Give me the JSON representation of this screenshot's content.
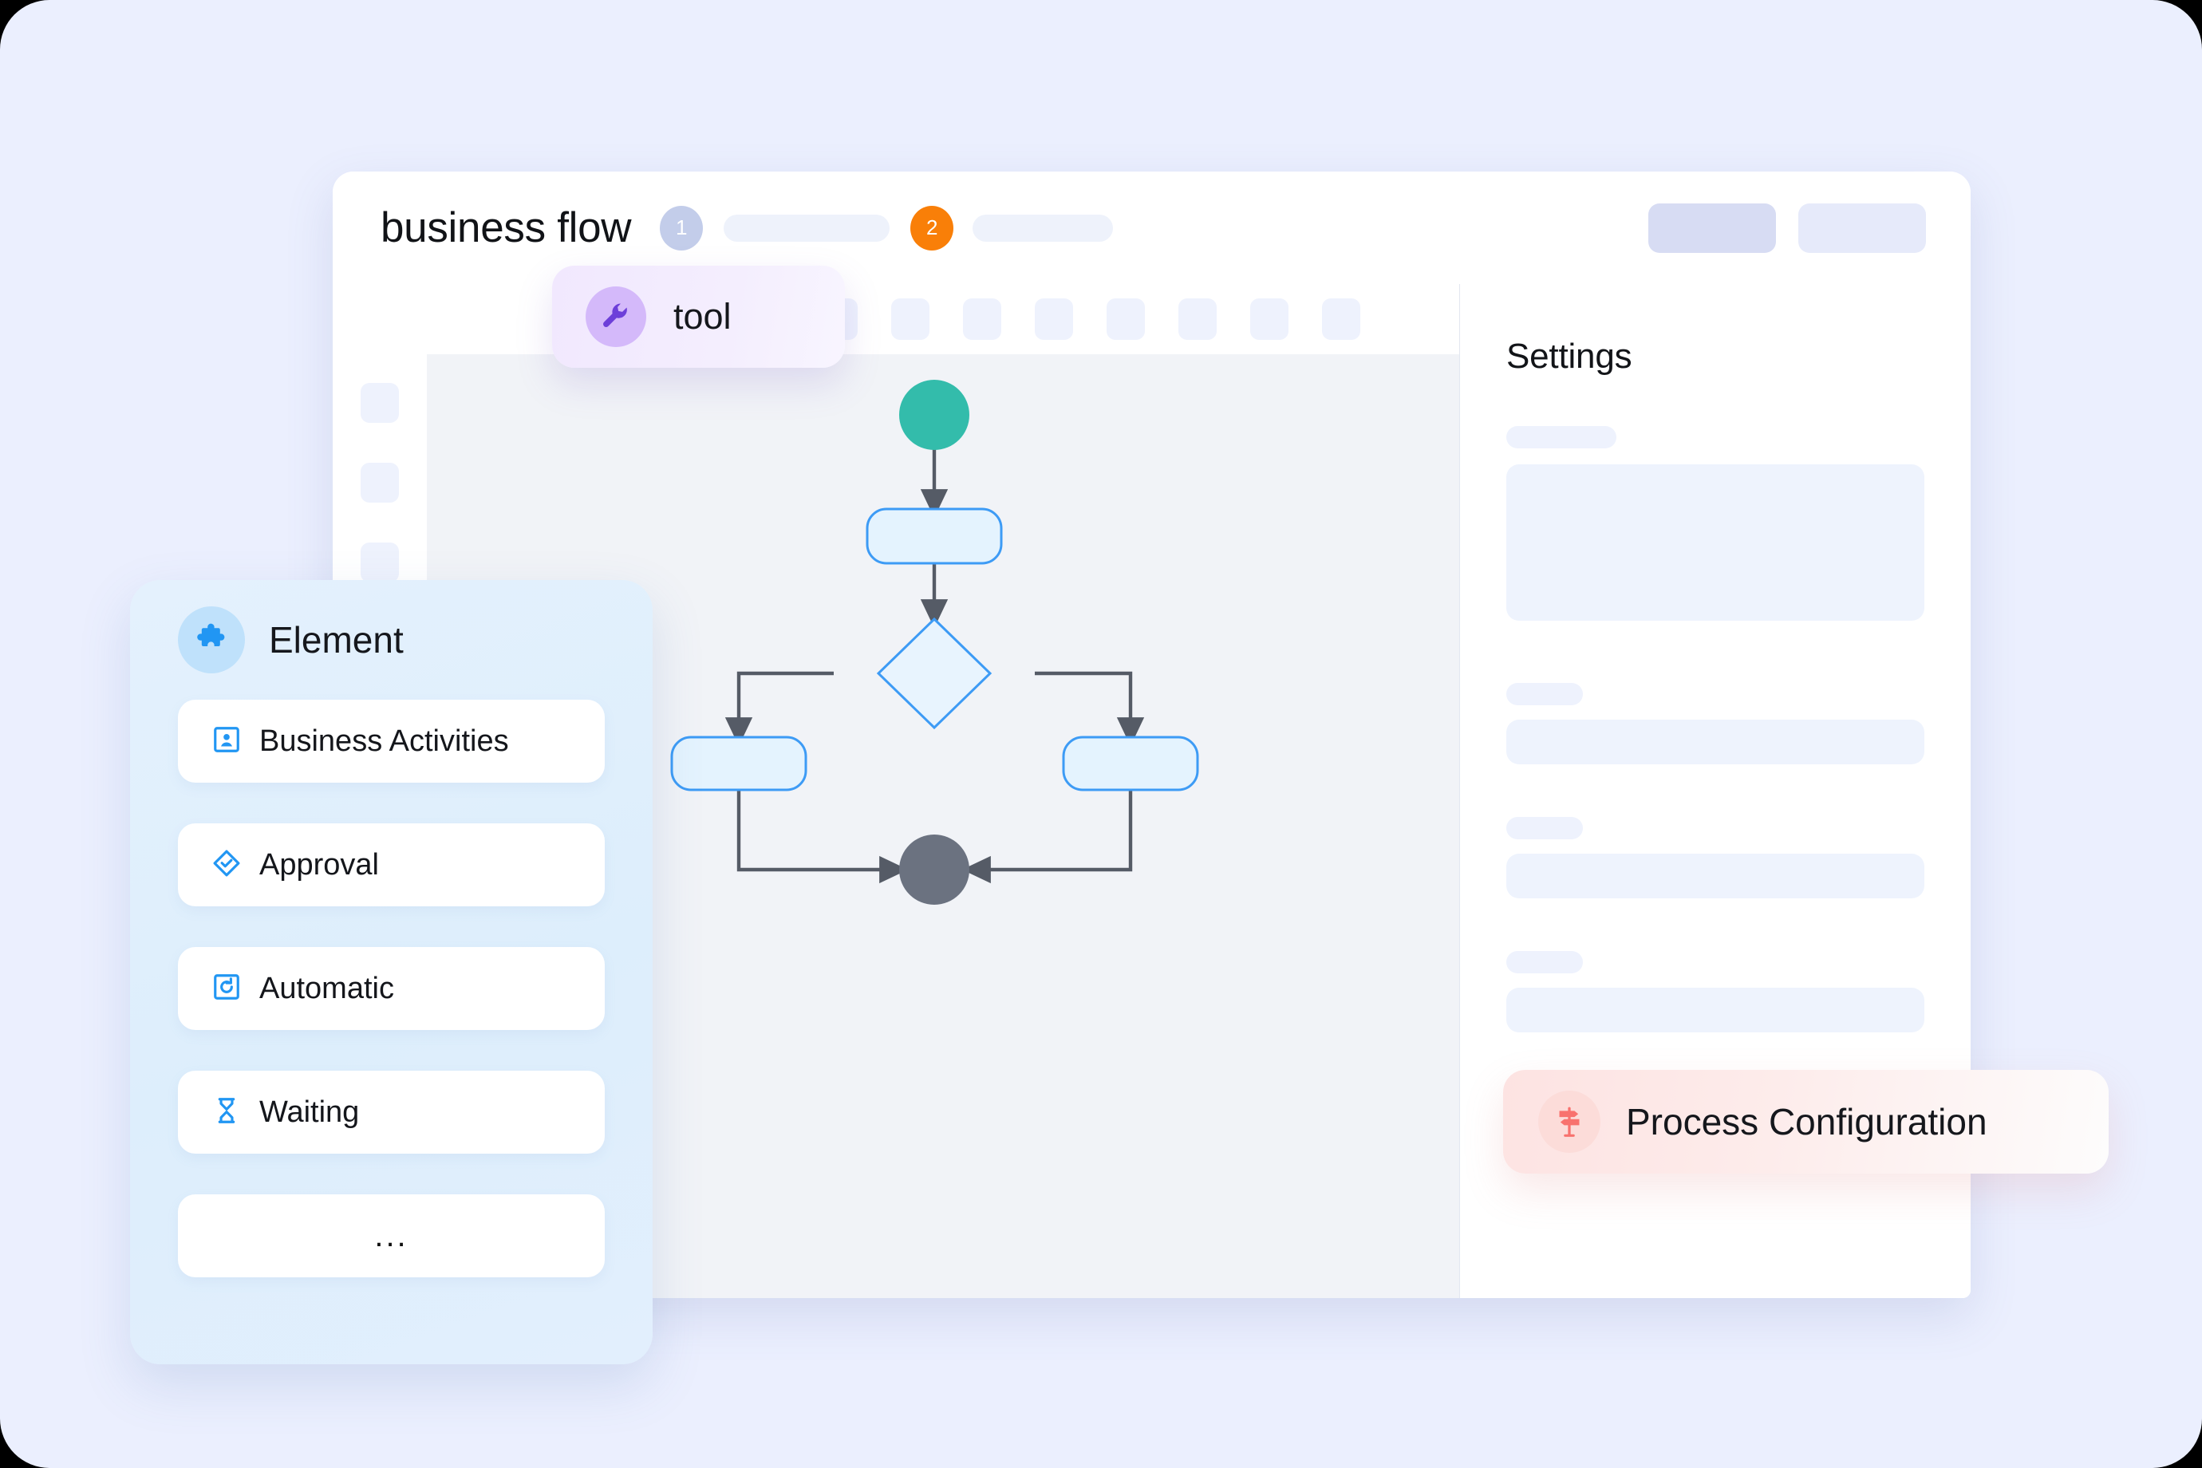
{
  "app": {
    "title": "business flow",
    "steps": [
      {
        "number": "1",
        "color": "#c3cdea"
      },
      {
        "number": "2",
        "color": "#f97f08"
      }
    ],
    "header_buttons": [
      {
        "name": "primary-action",
        "color": "#d7dcf3"
      },
      {
        "name": "secondary-action",
        "color": "#e6eafa"
      }
    ],
    "toolbar_button_count": 8,
    "rail_button_count": 3
  },
  "settings": {
    "title": "Settings",
    "skeleton_rows": [
      {
        "label_width": 138,
        "field_height": 196
      },
      {
        "label_width": 96,
        "field_height": 56
      },
      {
        "label_width": 96,
        "field_height": 56
      },
      {
        "label_width": 96,
        "field_height": 56
      }
    ]
  },
  "element_panel": {
    "header": {
      "label": "Element",
      "icon": "puzzle-piece-icon",
      "icon_color": "#2196f3"
    },
    "items": [
      {
        "label": "Business Activities",
        "icon": "user-card-icon"
      },
      {
        "label": "Approval",
        "icon": "diamond-check-icon"
      },
      {
        "label": "Automatic",
        "icon": "square-refresh-icon"
      },
      {
        "label": "Waiting",
        "icon": "hourglass-icon"
      },
      {
        "label": "...",
        "icon": "ellipsis-icon"
      }
    ]
  },
  "pills": [
    {
      "label": "tool",
      "icon": "wrench-icon",
      "accent": "#6d3fd9",
      "bg": "#f1e8fe"
    },
    {
      "label": "Process Configuration",
      "icon": "signpost-icon",
      "accent": "#f8726e",
      "bg": "#fde3e2"
    }
  ],
  "flowchart": {
    "nodes": [
      {
        "id": "start",
        "shape": "circle",
        "color": "#33bcab"
      },
      {
        "id": "task-1",
        "shape": "rounded-rect",
        "fill": "#e4f3fe",
        "stroke": "#3d9bf5"
      },
      {
        "id": "decision",
        "shape": "diamond",
        "fill": "#e8f4fe",
        "stroke": "#3d9bf5"
      },
      {
        "id": "task-left",
        "shape": "rounded-rect",
        "fill": "#e4f3fe",
        "stroke": "#3d9bf5"
      },
      {
        "id": "task-right",
        "shape": "rounded-rect",
        "fill": "#e4f3fe",
        "stroke": "#3d9bf5"
      },
      {
        "id": "end",
        "shape": "circle",
        "color": "#6b7280"
      }
    ],
    "edges": [
      {
        "from": "start",
        "to": "task-1"
      },
      {
        "from": "task-1",
        "to": "decision"
      },
      {
        "from": "decision",
        "to": "task-left"
      },
      {
        "from": "decision",
        "to": "task-right"
      },
      {
        "from": "task-left",
        "to": "end"
      },
      {
        "from": "task-right",
        "to": "end"
      }
    ],
    "edge_color": "#555b66"
  },
  "colors": {
    "page_bg": "#ebeffe",
    "canvas_bg": "#f1f3f7",
    "accent_blue": "#3d9bf5",
    "accent_teal": "#33bcab",
    "accent_orange": "#f97f08"
  }
}
